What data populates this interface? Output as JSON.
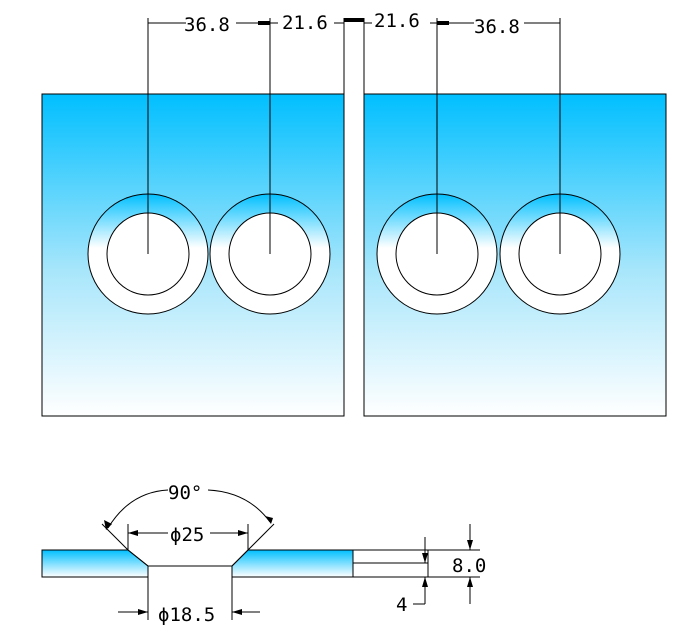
{
  "colors": {
    "glass_top": "#00bfff",
    "glass_bottom": "#ffffff",
    "outline": "#000000",
    "background": "#ffffff"
  },
  "dimensions": {
    "left_hole_spacing": "36.8",
    "left_edge_offset": "21.6",
    "right_edge_offset": "21.6",
    "right_hole_spacing": "36.8",
    "countersink_angle": "90°",
    "countersink_diameter": "ϕ25",
    "hole_diameter": "ϕ18.5",
    "thickness": "8.0",
    "countersink_depth": "4"
  }
}
